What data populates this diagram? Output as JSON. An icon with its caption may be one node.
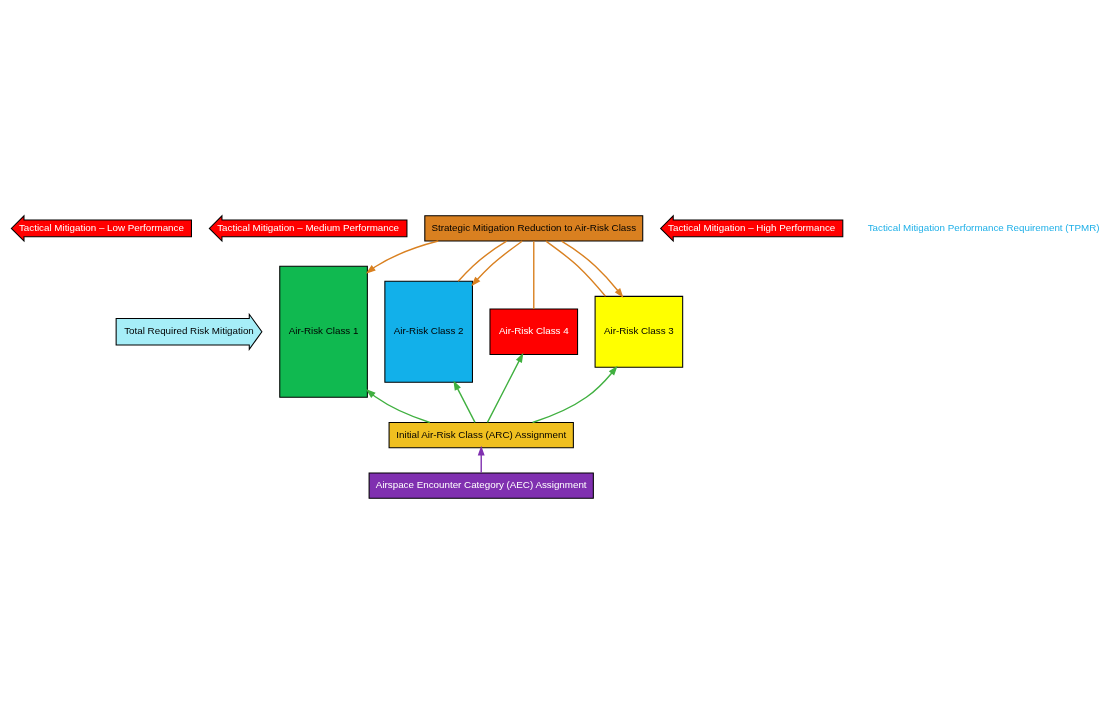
{
  "diagram": {
    "nodes": [
      {
        "text": [
          "Total Required Risk Mitigation"
        ]
      },
      {
        "text": [
          "Air-Risk Class 1"
        ]
      },
      {
        "text": [
          "Air-Risk Class 2"
        ]
      },
      {
        "text": [
          "Air-Risk Class 3"
        ]
      },
      {
        "text": [
          "Air-Risk Class 4"
        ]
      },
      {
        "text": [
          "Tactical Mitigation – Low Performance"
        ]
      },
      {
        "text": [
          "Tactical Mitigation – Medium Performance"
        ]
      },
      {
        "text": [
          "Tactical Mitigation – High Performance"
        ]
      },
      {
        "text": [
          "Strategic Mitigation Reduction to Air-Risk Class"
        ]
      },
      {
        "text": [
          "Initial Air-Risk Class (ARC) Assignment"
        ]
      },
      {
        "text": [
          "Airspace Encounter Category (AEC) Assignment"
        ]
      }
    ],
    "edges": [
      {
        "from": 10,
        "to": 9,
        "arrow": "to",
        "color": "#8030b0"
      },
      {
        "from": 9,
        "to": 1,
        "arrow": "to",
        "color": "#40b040"
      },
      {
        "from": 9,
        "to": 2,
        "arrow": "to",
        "color": "#40b040"
      },
      {
        "from": 9,
        "to": 3,
        "arrow": "to",
        "color": "#40b040"
      },
      {
        "from": 9,
        "to": 4,
        "arrow": "to",
        "color": "#40b040"
      },
      {
        "from": 4,
        "to": 8,
        "arrow": "none"
      },
      {
        "from": 3,
        "to": 8,
        "arrow": "none"
      },
      {
        "from": 2,
        "to": 8,
        "arrow": "none"
      },
      {
        "from": 8,
        "to": 1,
        "arrow": "to"
      },
      {
        "from": 8,
        "to": 2,
        "arrow": "to"
      },
      {
        "from": 8,
        "to": 3,
        "arrow": "to"
      }
    ],
    "labels": [
      "Tactical Mitigation Performance Requirement (TPMR)"
    ]
  }
}
